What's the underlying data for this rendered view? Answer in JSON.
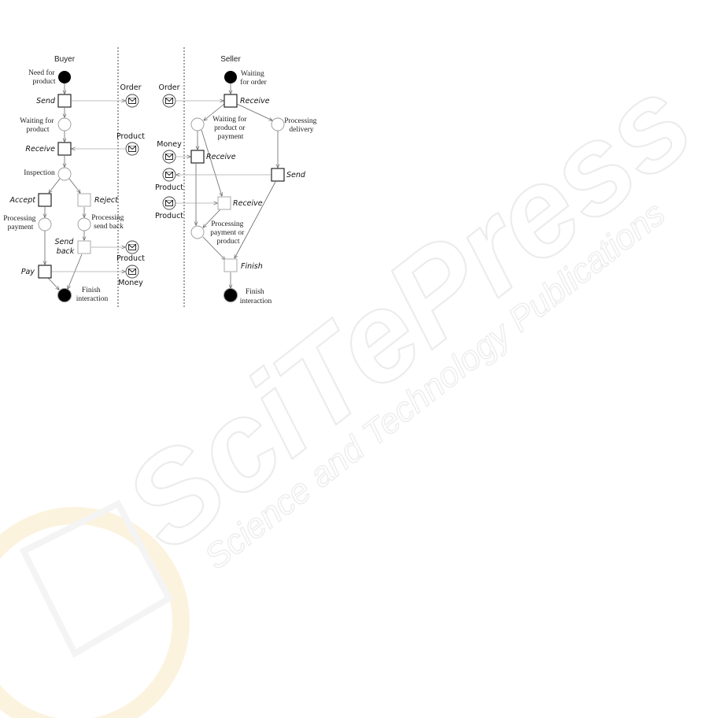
{
  "lanes": {
    "buyer": "Buyer",
    "seller": "Seller"
  },
  "buyer": {
    "start_label": [
      "Need for",
      "product"
    ],
    "send": "Send",
    "waiting_label": [
      "Waiting for",
      "product"
    ],
    "receive": "Receive",
    "inspection": "Inspection",
    "accept": "Accept",
    "reject": "Reject",
    "processing_payment": [
      "Processing",
      "payment"
    ],
    "processing_send_back": [
      "Processing",
      "send back"
    ],
    "send_back": [
      "Send",
      "back"
    ],
    "pay": "Pay",
    "finish_label": [
      "Finish",
      "interaction"
    ]
  },
  "buyer_messages": {
    "order": "Order",
    "product_in": "Product",
    "product_out": "Product",
    "money": "Money"
  },
  "seller": {
    "start_label": [
      "Waiting",
      "for order"
    ],
    "receive_order": "Receive",
    "waiting_label": [
      "Waiting for",
      "product or",
      "payment"
    ],
    "processing_delivery": [
      "Processing",
      "delivery"
    ],
    "receive_money": "Receive",
    "send": "Send",
    "receive_product": "Receive",
    "processing_label": [
      "Processing",
      "payment or",
      "product"
    ],
    "finish": "Finish",
    "finish_label": [
      "Finish",
      "interaction"
    ]
  },
  "seller_messages": {
    "order": "Order",
    "money": "Money",
    "product_out": "Product",
    "product_in": "Product"
  },
  "watermark": {
    "brand": "SciTePress",
    "tagline": "Science and Technology Publications"
  }
}
